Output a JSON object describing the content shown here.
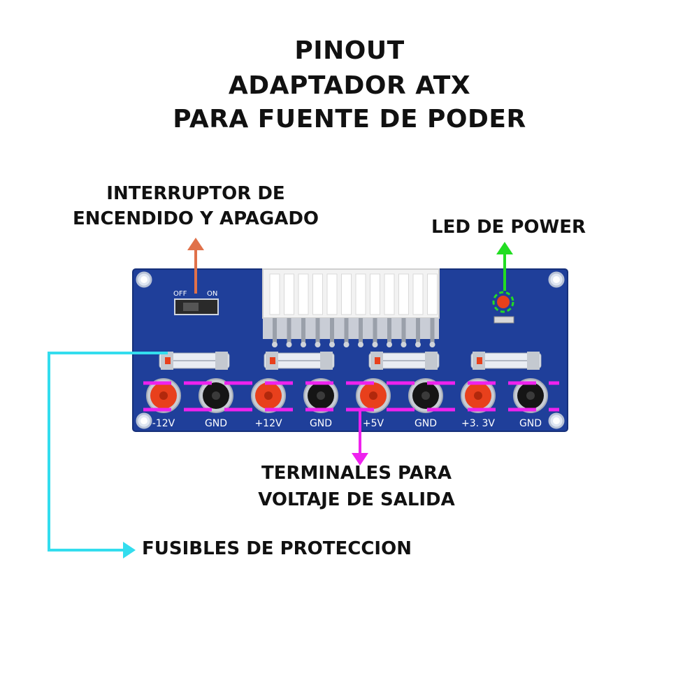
{
  "title": {
    "line1": "PINOUT",
    "line2": "ADAPTADOR ATX",
    "line3": "PARA FUENTE DE PODER"
  },
  "callouts": {
    "switch": {
      "line1": "INTERRUPTOR DE",
      "line2": "ENCENDIDO Y APAGADO",
      "color": "#e0714a"
    },
    "led": {
      "text": "LED DE POWER",
      "color": "#22dd22"
    },
    "terminals": {
      "line1": "TERMINALES PARA",
      "line2": "VOLTAJE DE SALIDA",
      "color": "#ee22ee"
    },
    "fuses": {
      "text": "FUSIBLES DE PROTECCION",
      "color": "#33ddee"
    }
  },
  "board": {
    "switch_off_label": "OFF",
    "switch_on_label": "ON",
    "terminals": [
      {
        "label": "-12V",
        "color": "red"
      },
      {
        "label": "GND",
        "color": "black"
      },
      {
        "label": "+12V",
        "color": "red"
      },
      {
        "label": "GND",
        "color": "black"
      },
      {
        "label": "+5V",
        "color": "red"
      },
      {
        "label": "GND",
        "color": "black"
      },
      {
        "label": "+3. 3V",
        "color": "red"
      },
      {
        "label": "GND",
        "color": "black"
      }
    ],
    "colors": {
      "pcb": "#1f3f9a",
      "connector": "#f2f2f2",
      "terminal_red": "#e8401c",
      "terminal_black": "#151515"
    }
  }
}
